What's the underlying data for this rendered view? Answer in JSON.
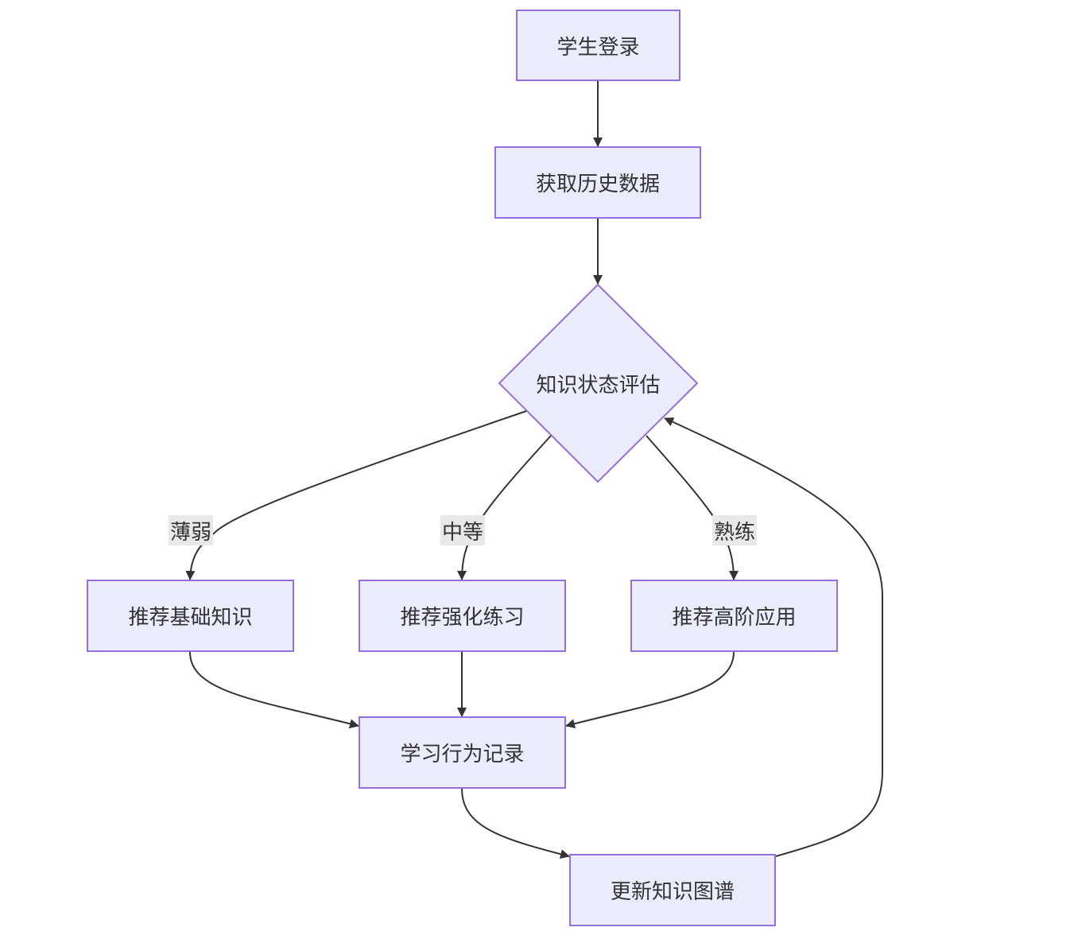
{
  "colors": {
    "node_fill": "#ECECFF",
    "node_stroke": "#9370DB",
    "edge": "#333333",
    "label_bg": "#e8e8e8"
  },
  "nodes": {
    "login": "学生登录",
    "fetch_history": "获取历史数据",
    "assess": "知识状态评估",
    "rec_basic": "推荐基础知识",
    "rec_practice": "推荐强化练习",
    "rec_advanced": "推荐高阶应用",
    "record": "学习行为记录",
    "update_graph": "更新知识图谱"
  },
  "edge_labels": {
    "weak": "薄弱",
    "medium": "中等",
    "proficient": "熟练"
  },
  "edges": [
    {
      "from": "login",
      "to": "fetch_history",
      "label": ""
    },
    {
      "from": "fetch_history",
      "to": "assess",
      "label": ""
    },
    {
      "from": "assess",
      "to": "rec_basic",
      "label": "薄弱"
    },
    {
      "from": "assess",
      "to": "rec_practice",
      "label": "中等"
    },
    {
      "from": "assess",
      "to": "rec_advanced",
      "label": "熟练"
    },
    {
      "from": "rec_basic",
      "to": "record",
      "label": ""
    },
    {
      "from": "rec_practice",
      "to": "record",
      "label": ""
    },
    {
      "from": "rec_advanced",
      "to": "record",
      "label": ""
    },
    {
      "from": "record",
      "to": "update_graph",
      "label": ""
    },
    {
      "from": "update_graph",
      "to": "assess",
      "label": ""
    }
  ]
}
